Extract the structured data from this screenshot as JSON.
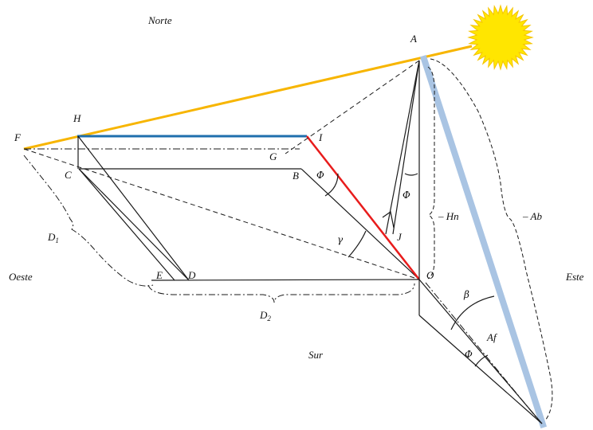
{
  "directions": {
    "north": "Norte",
    "south": "Sur",
    "east": "Este",
    "west": "Oeste"
  },
  "points": {
    "A": "A",
    "B": "B",
    "C": "C",
    "D": "D",
    "E": "E",
    "F": "F",
    "G": "G",
    "H": "H",
    "I": "I",
    "J": "J",
    "O": "O"
  },
  "measures": {
    "d1": "D",
    "d1_sub": "1",
    "d2": "D",
    "d2_sub": "2",
    "hn": "Hn",
    "ab": "Ab",
    "af": "Af"
  },
  "angles": {
    "phi_building": "Φ",
    "phi_vertical": "Φ",
    "phi_lower": "Φ",
    "gamma": "γ",
    "beta": "β"
  },
  "colors": {
    "sun": "#ffe600",
    "sun_ray": "#f7b500",
    "facade_line": "#1f6fad",
    "height_line": "#e81c1c",
    "panel_bar": "#a9c4e3",
    "ink": "#1a1a1a"
  }
}
